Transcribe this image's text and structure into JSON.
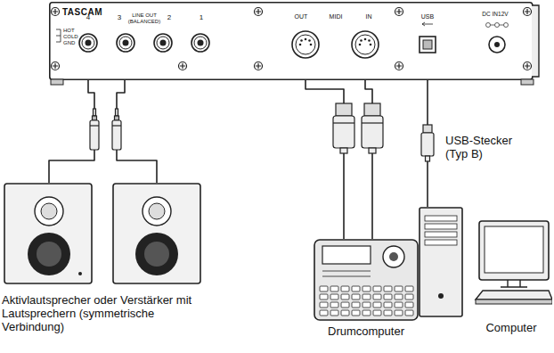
{
  "diagram": {
    "nodes": [
      {
        "text": [
          "TASCAM",
          "HOT",
          "COLD",
          "GND",
          "4",
          "3",
          "LINE OUT (BALANCED)",
          "2",
          "1",
          "OUT",
          "MIDI",
          "IN",
          "USB",
          "DC IN12V"
        ]
      },
      {
        "text": [
          "Aktivlautsprecher oder Verstärker mit Lautsprechern (symmetrische Verbindung)"
        ]
      },
      {
        "text": [
          "Drumcomputer"
        ]
      },
      {
        "text": [
          "Computer"
        ]
      }
    ],
    "edges": [
      {
        "from": 0,
        "to": 1,
        "arrow": "none"
      },
      {
        "from": 0,
        "to": 1,
        "arrow": "none"
      },
      {
        "from": 0,
        "to": 2,
        "arrow": "none"
      },
      {
        "from": 0,
        "to": 2,
        "arrow": "none"
      },
      {
        "from": 0,
        "to": 3,
        "arrow": "none"
      }
    ],
    "labels": [
      "USB-Stecker (Typ B)"
    ]
  }
}
